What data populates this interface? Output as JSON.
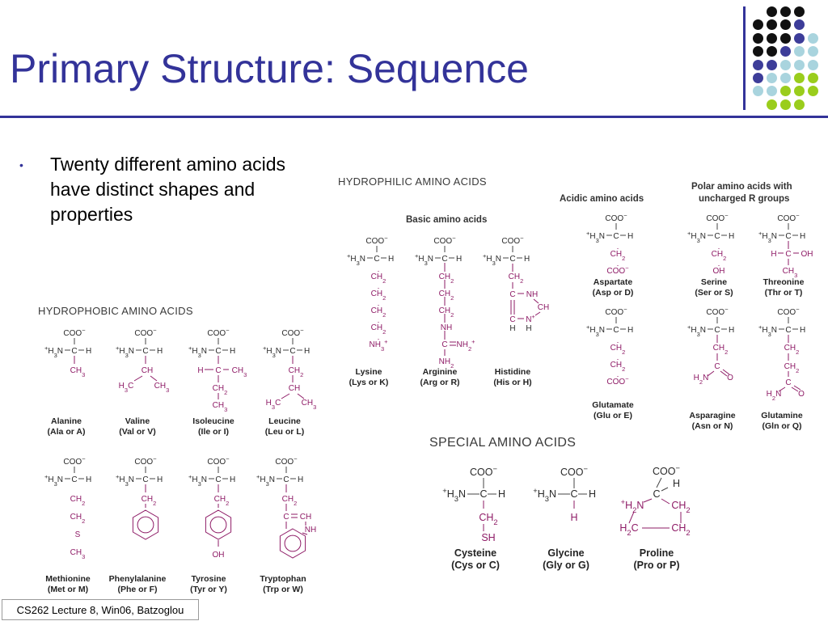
{
  "slide": {
    "title": "Primary Structure: Sequence",
    "bullet": "Twenty different amino acids have distinct shapes and properties",
    "footer": "CS262 Lecture 8, Win06, Batzoglou"
  },
  "colors": {
    "title_blue": "#333399",
    "dot_black": "#111111",
    "dot_purple": "#3d3d99",
    "dot_lightblue": "#a9d4de",
    "dot_green": "#9acd1c",
    "side_chain": "#8e1b66"
  },
  "figure": {
    "hydrophilic_heading": "HYDROPHILIC AMINO ACIDS",
    "hydrophobic_heading": "HYDROPHOBIC AMINO ACIDS",
    "special_heading": "SPECIAL AMINO ACIDS",
    "basic_heading": "Basic amino acids",
    "acidic_heading": "Acidic amino acids",
    "polar_heading_1": "Polar amino acids with",
    "polar_heading_2": "uncharged R groups",
    "cooh": "COO−",
    "amine": "+H3N",
    "c": "C",
    "h": "H",
    "amino_acids": [
      {
        "id": "alanine",
        "name": "Alanine",
        "code": "(Ala or A)",
        "side": [
          "CH3"
        ]
      },
      {
        "id": "valine",
        "name": "Valine",
        "code": "(Val or V)",
        "side": [
          "CH",
          "H3C",
          "CH3"
        ]
      },
      {
        "id": "isoleucine",
        "name": "Isoleucine",
        "code": "(Ile or I)",
        "side": [
          "H",
          "C",
          "CH3",
          "CH2",
          "CH3"
        ]
      },
      {
        "id": "leucine",
        "name": "Leucine",
        "code": "(Leu or L)",
        "side": [
          "CH2",
          "CH",
          "H3C",
          "CH3"
        ]
      },
      {
        "id": "methionine",
        "name": "Methionine",
        "code": "(Met or M)",
        "side": [
          "CH2",
          "CH2",
          "S",
          "CH3"
        ]
      },
      {
        "id": "phenylalanine",
        "name": "Phenylalanine",
        "code": "(Phe or F)",
        "side": [
          "CH2"
        ]
      },
      {
        "id": "tyrosine",
        "name": "Tyrosine",
        "code": "(Tyr or Y)",
        "side": [
          "CH2",
          "OH"
        ]
      },
      {
        "id": "tryptophan",
        "name": "Tryptophan",
        "code": "(Trp or W)",
        "side": [
          "CH2",
          "C",
          "CH",
          "NH"
        ]
      },
      {
        "id": "lysine",
        "name": "Lysine",
        "code": "(Lys or K)",
        "side": [
          "CH2",
          "CH2",
          "CH2",
          "CH2",
          "NH3+"
        ]
      },
      {
        "id": "arginine",
        "name": "Arginine",
        "code": "(Arg or R)",
        "side": [
          "CH2",
          "CH2",
          "CH2",
          "NH",
          "C",
          "NH2+",
          "NH2"
        ]
      },
      {
        "id": "histidine",
        "name": "Histidine",
        "code": "(His or H)",
        "side": [
          "CH2",
          "C",
          "NH",
          "CH",
          "C",
          "N+",
          "H",
          "H"
        ]
      },
      {
        "id": "aspartate",
        "name": "Aspartate",
        "code": "(Asp or D)",
        "side": [
          "CH2",
          "COO−"
        ]
      },
      {
        "id": "glutamate",
        "name": "Glutamate",
        "code": "(Glu or E)",
        "side": [
          "CH2",
          "CH2",
          "COO−"
        ]
      },
      {
        "id": "serine",
        "name": "Serine",
        "code": "(Ser or S)",
        "side": [
          "CH2",
          "OH"
        ]
      },
      {
        "id": "threonine",
        "name": "Threonine",
        "code": "(Thr or T)",
        "side": [
          "H",
          "C",
          "OH",
          "CH3"
        ]
      },
      {
        "id": "asparagine",
        "name": "Asparagine",
        "code": "(Asn or N)",
        "side": [
          "CH2",
          "C",
          "H2N",
          "O"
        ]
      },
      {
        "id": "glutamine",
        "name": "Glutamine",
        "code": "(Gln or Q)",
        "side": [
          "CH2",
          "CH2",
          "C",
          "H2N",
          "O"
        ]
      },
      {
        "id": "cysteine",
        "name": "Cysteine",
        "code": "(Cys or C)",
        "side": [
          "CH2",
          "SH"
        ]
      },
      {
        "id": "glycine",
        "name": "Glycine",
        "code": "(Gly or G)",
        "side": [
          "H"
        ]
      },
      {
        "id": "proline",
        "name": "Proline",
        "code": "(Pro or P)",
        "side": [
          "H",
          "+H2N",
          "CH2",
          "H2C",
          "CH2"
        ]
      }
    ]
  }
}
